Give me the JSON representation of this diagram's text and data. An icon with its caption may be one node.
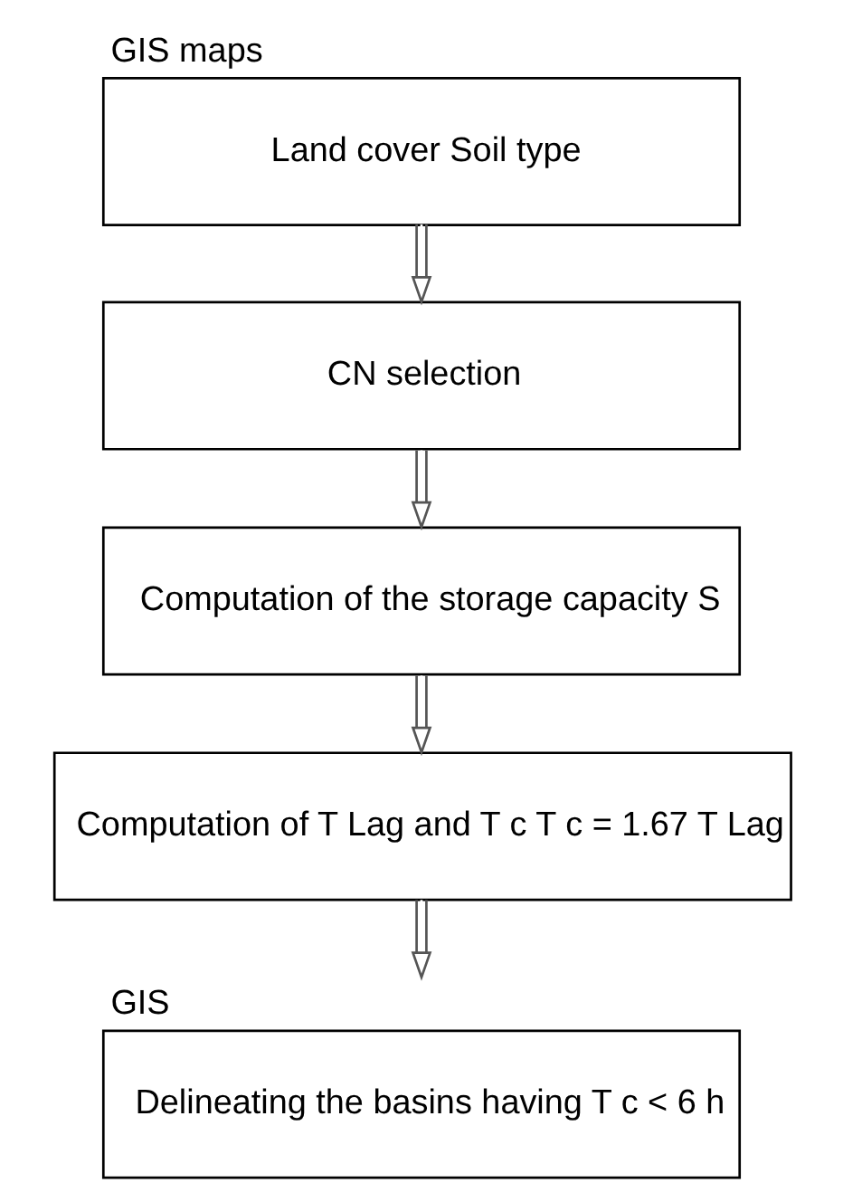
{
  "diagram": {
    "nodes": [
      {
        "text": [
          "GIS maps",
          "Land cover Soil type"
        ]
      },
      {
        "text": [
          "CN selection"
        ]
      },
      {
        "text": [
          "Computation of the storage capacity S"
        ]
      },
      {
        "text": [
          "Computation of T Lag and T c T c = 1.67 T Lag"
        ]
      },
      {
        "text": [
          "GIS",
          "Delineating the basins having T c < 6 h"
        ]
      }
    ],
    "edges": [
      {
        "from": 0,
        "to": 1,
        "arrow": "to"
      },
      {
        "from": 1,
        "to": 2,
        "arrow": "to"
      },
      {
        "from": 2,
        "to": 3,
        "arrow": "to"
      },
      {
        "from": 3,
        "to": 4,
        "arrow": "to"
      }
    ]
  }
}
